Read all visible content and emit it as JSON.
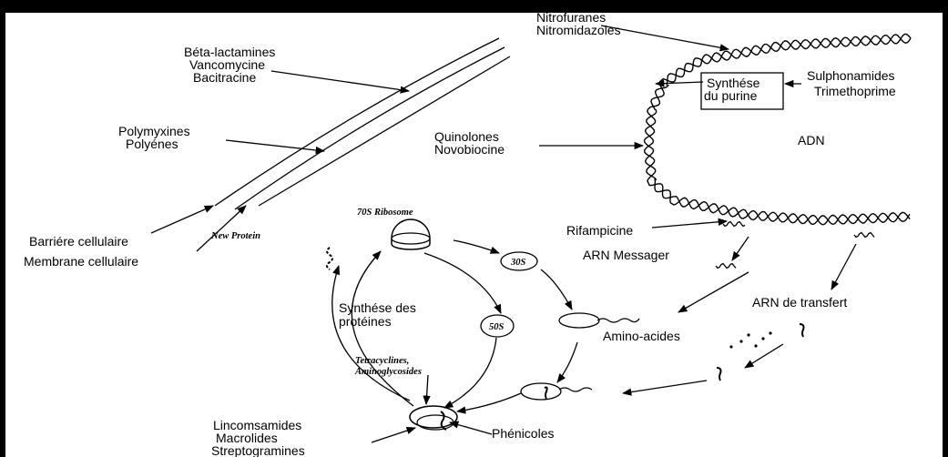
{
  "labels": {
    "beta_lactamines": "Béta-lactamines",
    "vancomycine": "Vancomycine",
    "bacitracine": "Bacitracine",
    "polymyxines": "Polymyxines",
    "polyenes": "Polyénes",
    "barriere": "Barriére cellulaire",
    "membrane": "Membrane cellulaire",
    "new_protein": "New Protein",
    "ribosome70": "70S Ribosome",
    "s30": "30S",
    "s50": "50S",
    "synthese_proteines_1": "Synthése des",
    "synthese_proteines_2": "protéines",
    "tetracyclines_1": "Tetracyclines,",
    "tetracyclines_2": "Aminoglycosides",
    "lincomsamides": "Lincomsamides",
    "macrolides": "Macrolides",
    "streptogramines": "Streptogramines",
    "phenicoles": "Phénicoles",
    "nitrofuranes": "Nitrofuranes",
    "nitromidazoles": "Nitromidazoles",
    "synthese_purine_1": "Synthése",
    "synthese_purine_2": "du purine",
    "sulphonamides": "Sulphonamides",
    "trimethoprime": "Trimethoprime",
    "quinolones": "Quinolones",
    "novobiocine": "Novobiocine",
    "adn": "ADN",
    "rifampicine": "Rifampicine",
    "arn_messager": "ARN Messager",
    "arn_transfert": "ARN de transfert",
    "amino_acides": "Amino-acides"
  }
}
